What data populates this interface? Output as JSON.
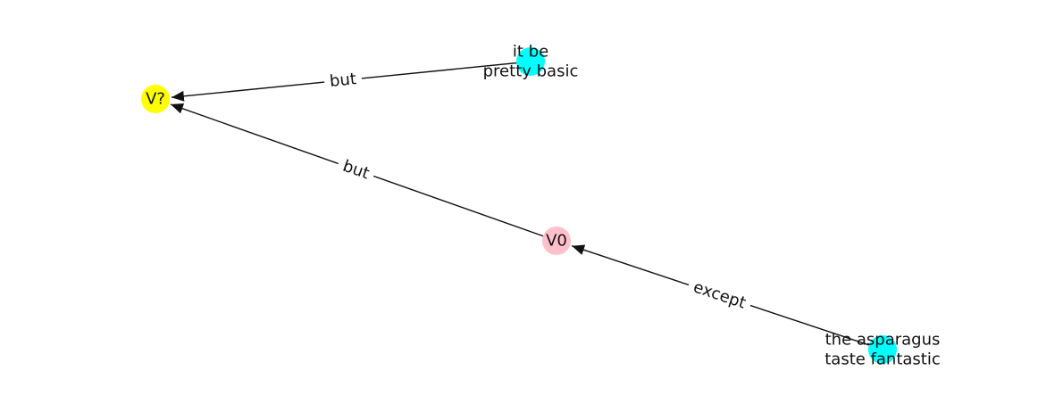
{
  "graph": {
    "nodes": [
      {
        "id": "vq",
        "label": [
          "V?"
        ],
        "color": "#ffff00"
      },
      {
        "id": "n1",
        "label": [
          "it be",
          "pretty basic"
        ],
        "color": "#00ffff"
      },
      {
        "id": "v0",
        "label": [
          "V0"
        ],
        "color": "#ffc0cb"
      },
      {
        "id": "n2",
        "label": [
          "the asparagus",
          "taste fantastic"
        ],
        "color": "#00ffff"
      }
    ],
    "edges": [
      {
        "from": "n1",
        "to": "vq",
        "label": "but"
      },
      {
        "from": "v0",
        "to": "vq",
        "label": "but"
      },
      {
        "from": "n2",
        "to": "v0",
        "label": "except"
      }
    ]
  }
}
